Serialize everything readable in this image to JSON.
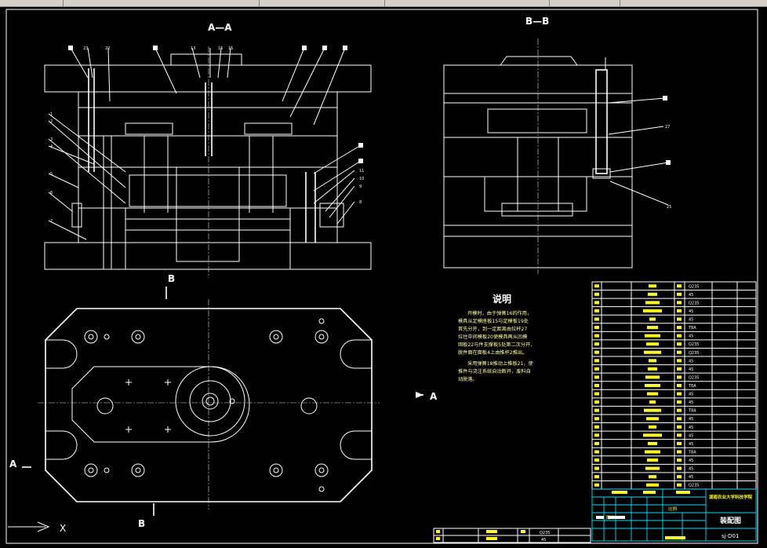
{
  "cad": {
    "colors": {
      "background": "#000000",
      "line": "#ffffff",
      "title_block": "#00e0ff",
      "emphasis": "#ff2020",
      "text": "#ffff00"
    },
    "section_aa": "A—A",
    "section_bb": "B—B",
    "cut_label_a": "A",
    "cut_label_b": "B",
    "axis_x_label": "X",
    "top_leader_numbers": [
      "23",
      "22",
      "13",
      "16",
      "15"
    ],
    "left_leader_numbers": [
      "1",
      "2",
      "3",
      "4",
      "5",
      "6",
      "7"
    ],
    "right_leader_numbers": [
      "11",
      "10",
      "9",
      "8"
    ],
    "bb_leader_numbers": [
      "27",
      "25"
    ],
    "notes_title": "说明",
    "notes_lines": [
      "开模时，由于弹簧16的作用，",
      "模具从定模座板15与定模板19处",
      "首先分开，到一定距离由拉杆27",
      "拉住中间模板20使模具再从凹模",
      "固板22与件支撑板5处第二次分开，",
      "脱件面在面板4上由推杆2推出。",
      "采用弹簧18推动上推板21，使",
      "推件与浇注系统自动断开，废料自",
      "动脱落。"
    ],
    "bom_materials": [
      "Q235",
      "45",
      "Q235",
      "45",
      "45",
      "T8A",
      "45",
      "Q235",
      "Q235",
      "45",
      "45",
      "Q235",
      "T8A",
      "45",
      "45",
      "T8A",
      "45",
      "45",
      "45",
      "45",
      "T8A",
      "45",
      "45",
      "45",
      "Q235"
    ],
    "bottom_table_materials": [
      "Q235",
      "45"
    ],
    "title_block": {
      "school": "湖南农业大学科技学院",
      "drawing_name": "装配图",
      "drawing_number": "sj-D01",
      "scale_label": "比例",
      "designer_label": "设计"
    }
  }
}
